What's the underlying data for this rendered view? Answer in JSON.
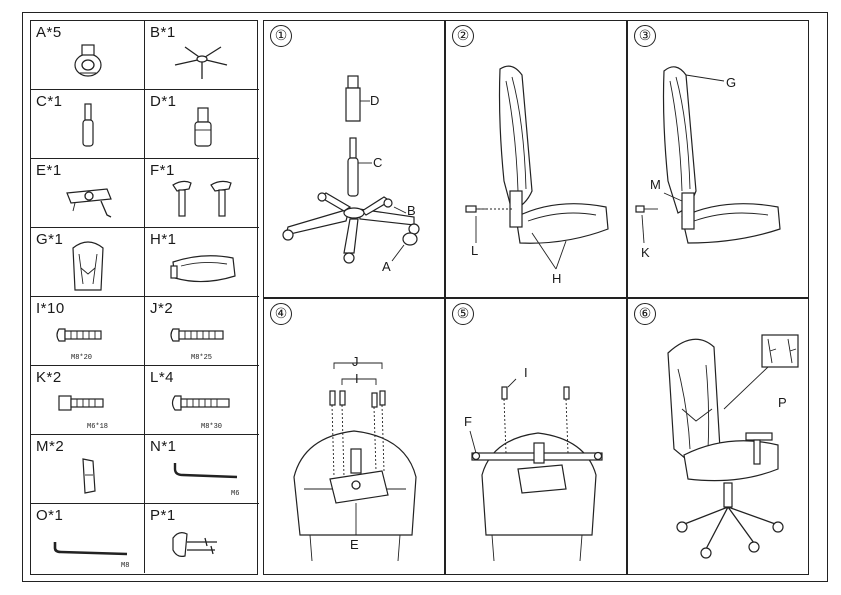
{
  "parts": [
    {
      "id": "A",
      "label": "A*5",
      "spec": ""
    },
    {
      "id": "B",
      "label": "B*1",
      "spec": ""
    },
    {
      "id": "C",
      "label": "C*1",
      "spec": ""
    },
    {
      "id": "D",
      "label": "D*1",
      "spec": ""
    },
    {
      "id": "E",
      "label": "E*1",
      "spec": ""
    },
    {
      "id": "F",
      "label": "F*1",
      "spec": ""
    },
    {
      "id": "G",
      "label": "G*1",
      "spec": ""
    },
    {
      "id": "H",
      "label": "H*1",
      "spec": ""
    },
    {
      "id": "I",
      "label": "I*10",
      "spec": "M8*20"
    },
    {
      "id": "J",
      "label": "J*2",
      "spec": "M8*25"
    },
    {
      "id": "K",
      "label": "K*2",
      "spec": "M6*18"
    },
    {
      "id": "L",
      "label": "L*4",
      "spec": "M8*30"
    },
    {
      "id": "M",
      "label": "M*2",
      "spec": ""
    },
    {
      "id": "N",
      "label": "N*1",
      "spec": "M6"
    },
    {
      "id": "O",
      "label": "O*1",
      "spec": "M8"
    },
    {
      "id": "P",
      "label": "P*1",
      "spec": ""
    }
  ],
  "steps": [
    {
      "number": "①",
      "callouts": [
        "D",
        "C",
        "B",
        "A"
      ]
    },
    {
      "number": "②",
      "callouts": [
        "L",
        "H"
      ]
    },
    {
      "number": "③",
      "callouts": [
        "G",
        "M",
        "K"
      ]
    },
    {
      "number": "④",
      "callouts": [
        "J",
        "I",
        "E"
      ]
    },
    {
      "number": "⑤",
      "callouts": [
        "I",
        "F"
      ]
    },
    {
      "number": "⑥",
      "callouts": [
        "P"
      ]
    }
  ]
}
